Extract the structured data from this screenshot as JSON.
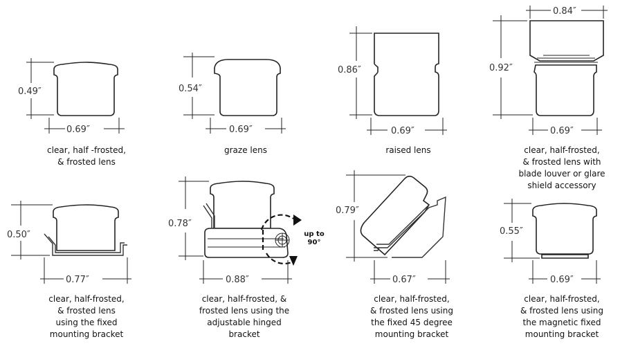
{
  "colors": {
    "line": "#222222",
    "text": "#111111",
    "background": "#ffffff"
  },
  "items": [
    {
      "dims": [
        "0.49″",
        "0.69″"
      ],
      "caption": "clear, half -frosted,\n& frosted lens"
    },
    {
      "dims": [
        "0.54″",
        "0.69″"
      ],
      "caption": "graze lens"
    },
    {
      "dims": [
        "0.86″",
        "0.69″"
      ],
      "caption": "raised lens"
    },
    {
      "dims": [
        "0.92″",
        "0.84″",
        "0.69″"
      ],
      "caption": "clear, half-frosted,\n& frosted lens with\nblade louver or glare\nshield accessory"
    },
    {
      "dims": [
        "0.50″",
        "0.77″"
      ],
      "caption": "clear, half-frosted,\n& frosted lens\nusing the fixed\nmounting bracket"
    },
    {
      "dims": [
        "0.78″",
        "0.88″"
      ],
      "caption": "clear, half-frosted, &\nfrosted lens using the\nadjustable hinged\nbracket",
      "note": "up to\n90°"
    },
    {
      "dims": [
        "0.79″",
        "0.67″"
      ],
      "caption": "clear, half-frosted,\n& frosted lens using\nthe fixed 45 degree\nmounting bracket"
    },
    {
      "dims": [
        "0.55″",
        "0.69″"
      ],
      "caption": "clear, half-frosted,\n& frosted lens using\nthe magnetic fixed\nmounting bracket"
    }
  ]
}
